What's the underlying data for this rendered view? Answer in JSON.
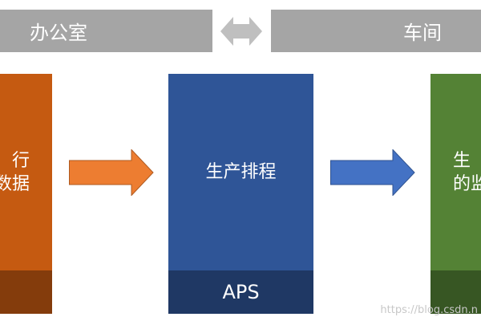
{
  "top_bar": {
    "office_label": "办公室",
    "workshop_label": "车间"
  },
  "left_box": {
    "line1": "行",
    "line2": "数据"
  },
  "center_box": {
    "label": "生产排程",
    "footer": "APS"
  },
  "right_box": {
    "line1": "生",
    "line2": "的监"
  },
  "watermark": "https://blog.csdn.n",
  "colors": {
    "band": "#a5a5a5",
    "orange_box": "#c55a11",
    "orange_footer": "#843c0c",
    "orange_arrow": "#ed7d31",
    "blue_box": "#2f5597",
    "blue_footer": "#1f3864",
    "blue_arrow": "#4472c4",
    "green_box": "#548235",
    "green_footer": "#375623",
    "double_arrow": "#bfbfbf"
  }
}
